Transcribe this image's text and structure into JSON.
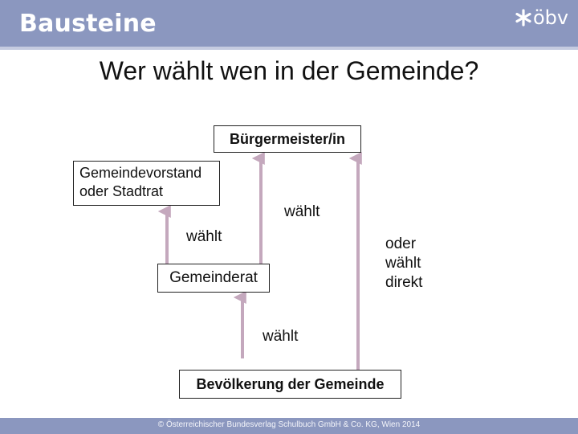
{
  "header": {
    "section_title": "Bausteine",
    "logo_text": "öbv",
    "background_color": "#8b97bf"
  },
  "slide": {
    "title": "Wer wählt wen in der Gemeinde?"
  },
  "diagram": {
    "nodes": {
      "mayor": "Bürgermeister/in",
      "board": "Gemeindevorstand oder Stadtrat",
      "council": "Gemeinderat",
      "population": "Bevölkerung der Gemeinde"
    },
    "edge_labels": {
      "council_to_mayor": "wählt",
      "council_to_board": "wählt",
      "population_to_mayor": "oder wählt direkt",
      "population_to_council": "wählt"
    },
    "arrow_color": "#c4a8bd"
  },
  "footer": {
    "copyright": "© Österreichischer Bundesverlag Schulbuch GmbH & Co. KG, Wien 2014"
  }
}
